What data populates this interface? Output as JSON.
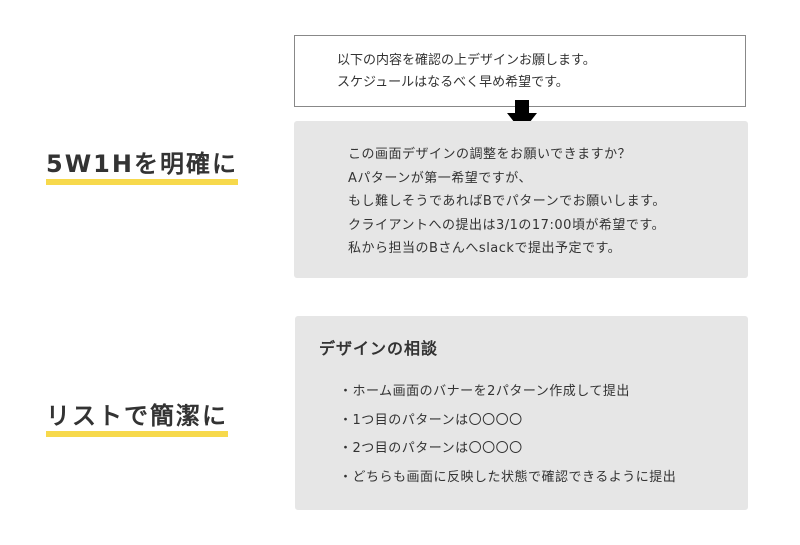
{
  "headings": {
    "section1": "5W1Hを明確に",
    "section2": "リストで簡潔に"
  },
  "request": {
    "lines": [
      "以下の内容を確認の上デザインお願します。",
      "スケジュールはなるべく早め希望です。"
    ]
  },
  "clear": {
    "lines": [
      "この画面デザインの調整をお願いできますか？",
      "Aパターンが第一希望ですが、",
      "もし難しそうであればBでパターンでお願いします。",
      "クライアントへの提出は3/1の17:00頃が希望です。",
      "私から担当のBさんへslackで提出予定です。"
    ]
  },
  "list_box": {
    "title": "デザインの相談",
    "items": [
      "・ホーム画面のバナーを2パターン作成して提出",
      "・1つ目のパターンは〇〇〇〇",
      "・2つ目のパターンは〇〇〇〇",
      "・どちらも画面に反映した状態で確認できるように提出"
    ]
  },
  "colors": {
    "highlight": "#f7d94c",
    "box_gray": "#e6e6e6",
    "text": "#333333",
    "arrow": "#000000"
  },
  "icons": {
    "arrow": "arrow-down-icon"
  }
}
